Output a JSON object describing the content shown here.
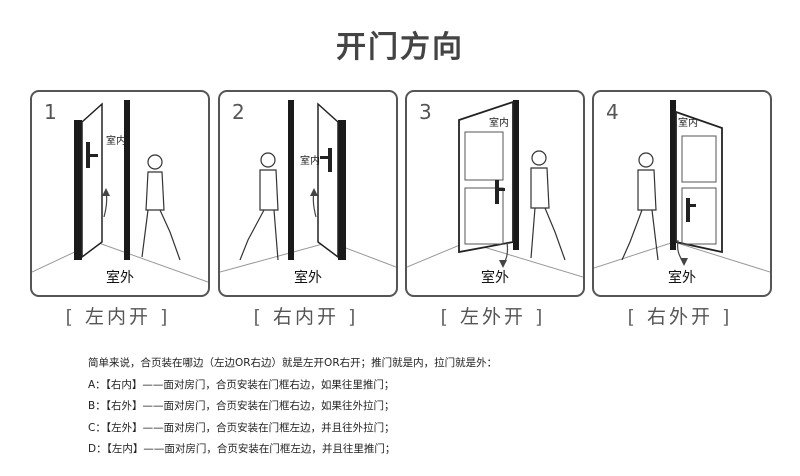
{
  "title": "开门方向",
  "panels": [
    {
      "number": "1",
      "inside": "室内",
      "outside": "室外",
      "caption": "左内开"
    },
    {
      "number": "2",
      "inside": "室内",
      "outside": "室外",
      "caption": "右内开"
    },
    {
      "number": "3",
      "inside": "室内",
      "outside": "室外",
      "caption": "左外开"
    },
    {
      "number": "4",
      "inside": "室内",
      "outside": "室外",
      "caption": "右外开"
    }
  ],
  "caption_brackets": {
    "open": "[",
    "close": "]"
  },
  "notes": [
    "简单来说，合页装在哪边（左边OR右边）就是左开OR右开；推门就是内，拉门就是外：",
    "A：【右内】——面对房门，合页安装在门框右边，如果往里推门；",
    "B：【右外】——面对房门，合页安装在门框右边，如果往外拉门；",
    "C：【左外】——面对房门，合页安装在门框左边，并且往外拉门；",
    "D：【左内】——面对房门，合页安装在门框左边，并且往里推门；"
  ],
  "colors": {
    "frame": "#1a1a1a",
    "border": "#555555",
    "text": "#444444"
  }
}
